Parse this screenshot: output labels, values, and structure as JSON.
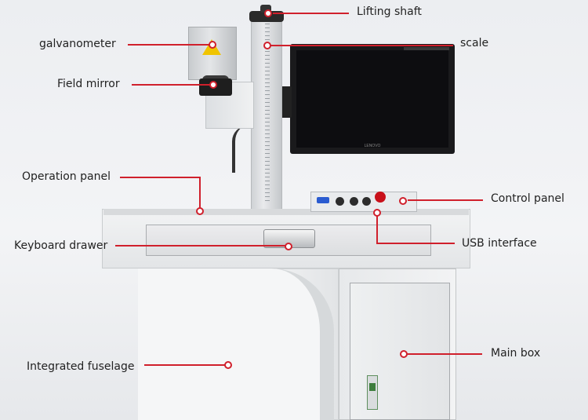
{
  "labels": {
    "lifting_shaft": "Lifting shaft",
    "galvanometer": "galvanometer",
    "scale": "scale",
    "field_mirror": "Field mirror",
    "operation_panel": "Operation panel",
    "control_panel": "Control panel",
    "keyboard_drawer": "Keyboard drawer",
    "usb_interface": "USB interface",
    "integrated_fuselage": "Integrated fuselage",
    "main_box": "Main box"
  },
  "monitor_brand": "LENOVO",
  "colors": {
    "leader_line": "#d0202c",
    "estop": "#c8101a",
    "warning": "#f0c400"
  }
}
